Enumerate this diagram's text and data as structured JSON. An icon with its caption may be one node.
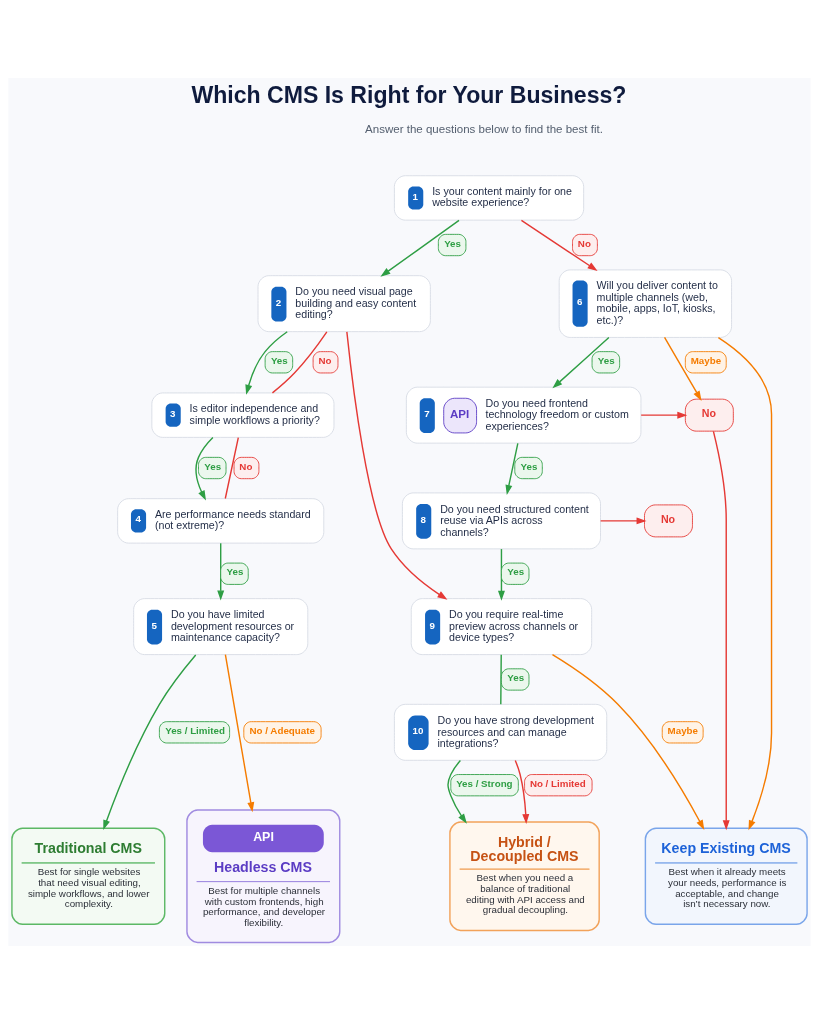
{
  "diagram": {
    "title": "Which CMS Is Right for Your Business?",
    "nodes": [
      {
        "text": [
          "1",
          "Is your content mainly for one website experience?"
        ]
      },
      {
        "text": [
          "2",
          "Do you need visual page building and easy content editing?"
        ]
      },
      {
        "text": [
          "6",
          "Will you deliver content to multiple channels (web, mobile, apps, IoT, kiosks, etc.)?"
        ]
      },
      {
        "text": [
          "3",
          "Is editor independence and simple workflows a priority?"
        ]
      },
      {
        "text": [
          "7",
          "API",
          "Do you need frontend technology freedom or custom experiences?"
        ]
      },
      {
        "text": [
          "No"
        ]
      },
      {
        "text": [
          "4",
          "Are performance needs standard (not extreme)?"
        ]
      },
      {
        "text": [
          "8",
          "Do you need structured content reuse via APIs across channels?"
        ]
      },
      {
        "text": [
          "No"
        ]
      },
      {
        "text": [
          "5",
          "Do you have limited development resources or maintenance capacity?"
        ]
      },
      {
        "text": [
          "9",
          "Do you require real-time preview across channels or device types?"
        ]
      },
      {
        "text": [
          "10",
          "Do you have strong development resources and can manage integrations?"
        ]
      },
      {
        "text": [
          "Traditional CMS",
          "Best for single websites that need visual editing, simple workflows, and lower complexity."
        ]
      },
      {
        "text": [
          "API",
          "Headless CMS",
          "Best for multiple channels with custom frontends, high performance, and developer flexibility."
        ]
      },
      {
        "text": [
          "Hybrid / Decoupled CMS",
          "Best when you need a balance of traditional editing with API access and gradual decoupling."
        ]
      },
      {
        "text": [
          "Keep Existing CMS",
          "Best when it already meets your needs, performance is acceptable, and change isn’t necessary now."
        ]
      }
    ],
    "edges": [
      {
        "from": 0,
        "to": 1,
        "label": "Yes",
        "arrow": "to"
      },
      {
        "from": 0,
        "to": 2,
        "label": "No",
        "arrow": "to",
        "color": "#e53935"
      },
      {
        "from": 1,
        "to": 3,
        "label": "Yes",
        "arrow": "to"
      },
      {
        "from": 1,
        "to": 3,
        "label": "No",
        "arrow": "none",
        "color": "#e53935"
      },
      {
        "from": 1,
        "to": 10,
        "arrow": "to",
        "color": "#e53935"
      },
      {
        "from": 2,
        "to": 4,
        "label": "Yes",
        "arrow": "to"
      },
      {
        "from": 2,
        "to": 5,
        "label": "Maybe",
        "arrow": "to",
        "color": "#f57c00"
      },
      {
        "from": 2,
        "to": 15,
        "arrow": "to",
        "color": "#f57c00"
      },
      {
        "from": 3,
        "to": 6,
        "label": "Yes",
        "arrow": "to"
      },
      {
        "from": 3,
        "to": 6,
        "label": "No",
        "arrow": "none",
        "color": "#e53935"
      },
      {
        "from": 4,
        "to": 5,
        "arrow": "to",
        "color": "#e53935"
      },
      {
        "from": 4,
        "to": 7,
        "label": "Yes",
        "arrow": "to"
      },
      {
        "from": 5,
        "to": 15,
        "arrow": "to",
        "color": "#e53935"
      },
      {
        "from": 6,
        "to": 9,
        "label": "Yes",
        "arrow": "to"
      },
      {
        "from": 7,
        "to": 8,
        "arrow": "to",
        "color": "#e53935"
      },
      {
        "from": 7,
        "to": 10,
        "label": "Yes",
        "arrow": "to"
      },
      {
        "from": 9,
        "to": 12,
        "label": "Yes / Limited",
        "arrow": "to"
      },
      {
        "from": 9,
        "to": 13,
        "label": "No / Adequate",
        "arrow": "to",
        "color": "#f57c00"
      },
      {
        "from": 10,
        "to": 15,
        "label": "Maybe",
        "arrow": "to",
        "color": "#f57c00"
      },
      {
        "from": 10,
        "to": 11,
        "label": "Yes",
        "arrow": "none"
      },
      {
        "from": 11,
        "to": 14,
        "label": "Yes / Strong",
        "arrow": "to"
      },
      {
        "from": 11,
        "to": 14,
        "label": "No / Limited",
        "arrow": "to",
        "color": "#e53935"
      }
    ],
    "labels": [
      "Answer the questions below to find the best fit."
    ]
  }
}
